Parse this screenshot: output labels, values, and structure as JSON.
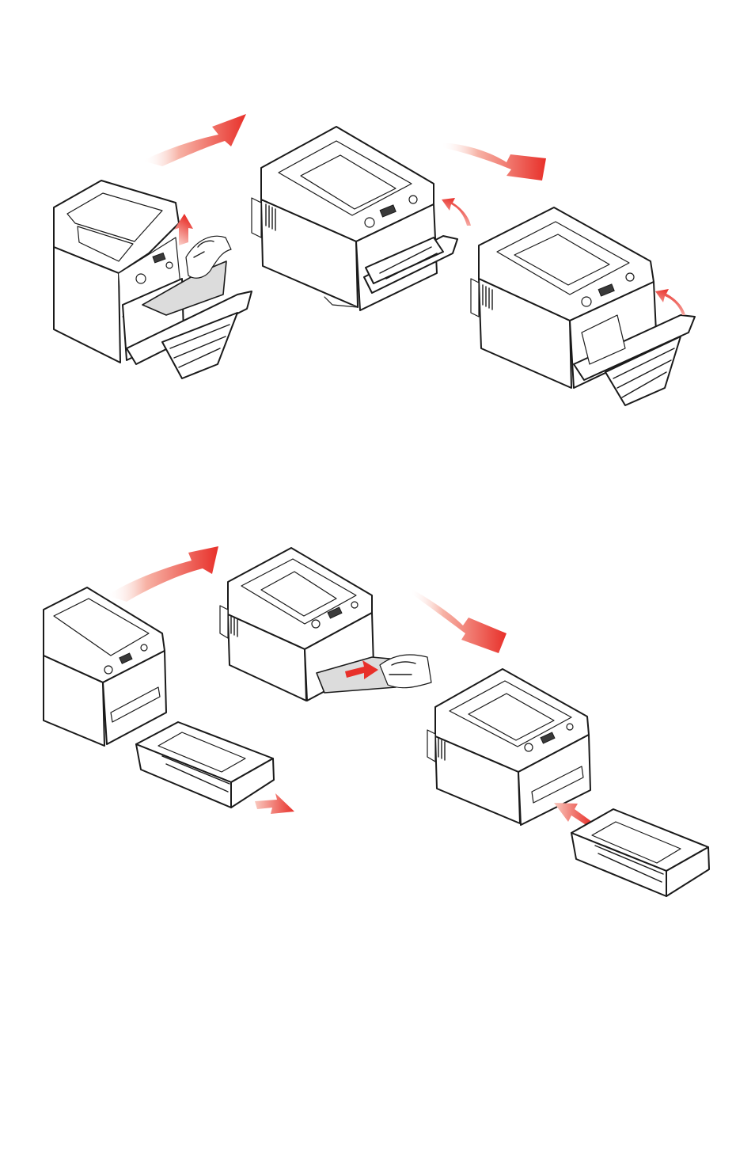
{
  "figure_top": {
    "steps": [
      "lift-jammed-sheet-from-front-cover",
      "multipurpose-tray-open",
      "close-front-cover"
    ]
  },
  "figure_bottom": {
    "steps": [
      "remove-paper-tray",
      "pull-jammed-sheet-out",
      "reinsert-paper-tray"
    ]
  },
  "colors": {
    "arrow_red": "#e8302a",
    "arrow_light": "#fbd4cc",
    "line": "#1a1a1a",
    "paper_gray": "#d9d9d9"
  }
}
